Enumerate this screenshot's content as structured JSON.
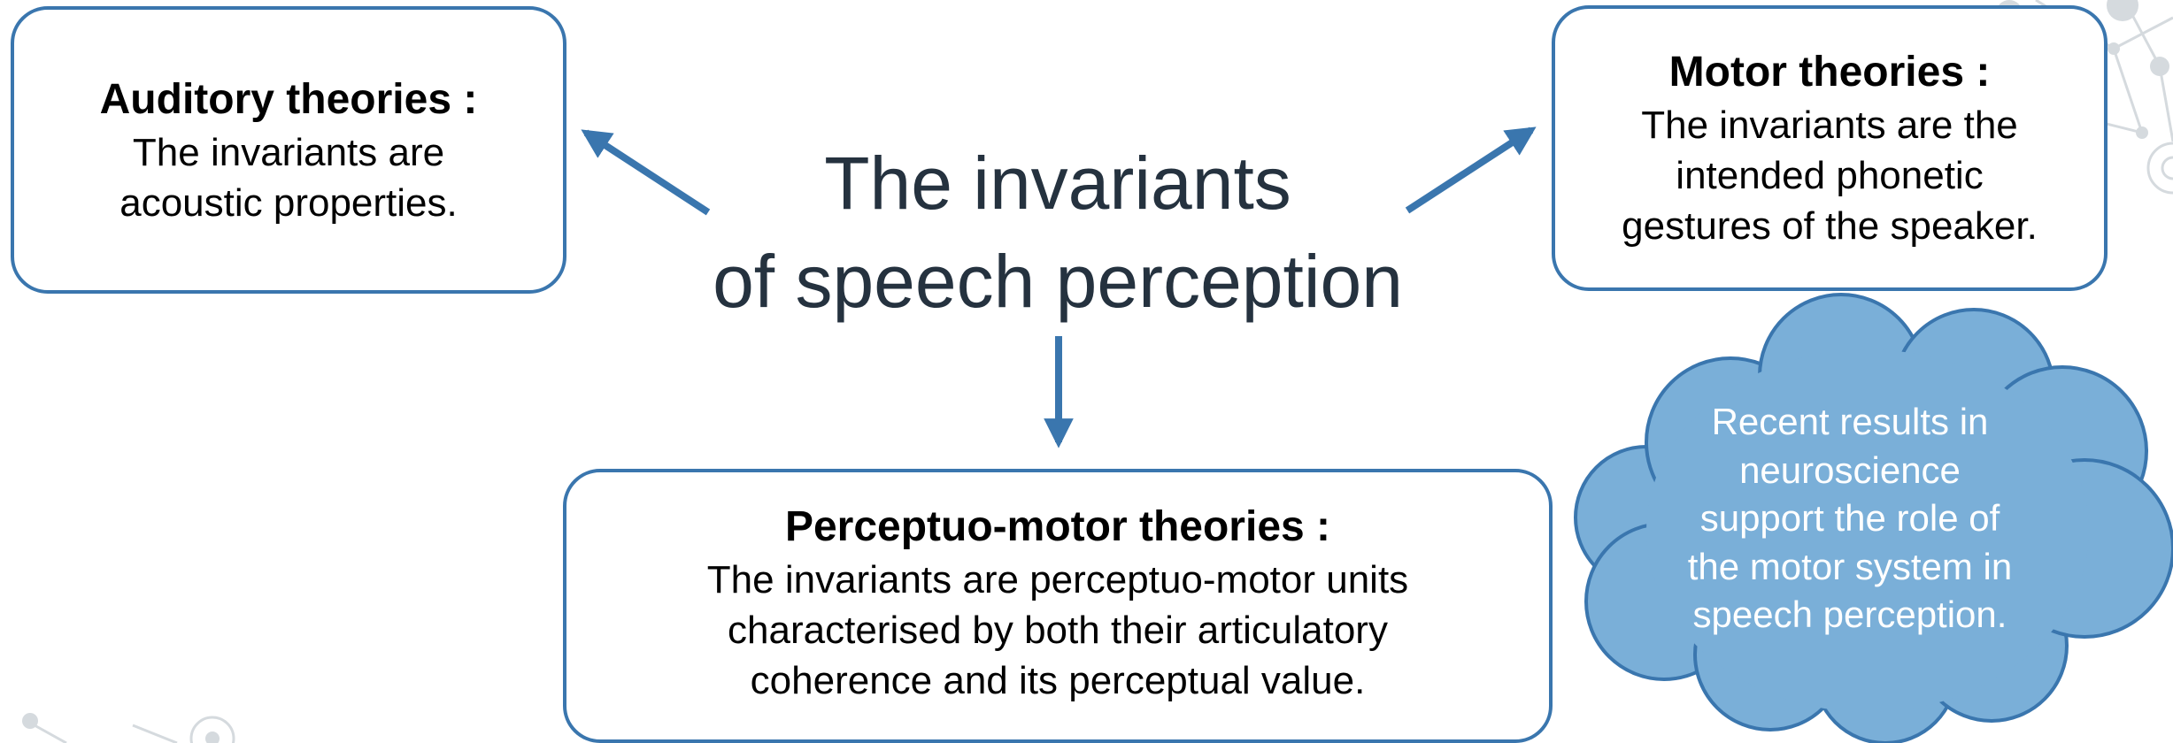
{
  "title": {
    "line1": "The invariants",
    "line2": "of speech perception"
  },
  "auditory": {
    "heading": "Auditory theories :",
    "body": [
      "The invariants are",
      "acoustic properties."
    ]
  },
  "motor": {
    "heading": "Motor theories :",
    "body": [
      "The invariants are the",
      "intended phonetic",
      "gestures of the speaker."
    ]
  },
  "perceptuo_motor": {
    "heading": "Perceptuo-motor theories :",
    "body": [
      "The invariants are perceptuo-motor units",
      "characterised by both their articulatory",
      "coherence and its perceptual value."
    ]
  },
  "cloud": {
    "lines": [
      "Recent results in",
      "neuroscience",
      "support the role of",
      "the motor system in",
      "speech perception."
    ]
  },
  "colors": {
    "accent": "#3a76ae",
    "cloud_fill": "#7aafd8",
    "title_text": "#25323f",
    "decor": "#d5dade"
  }
}
